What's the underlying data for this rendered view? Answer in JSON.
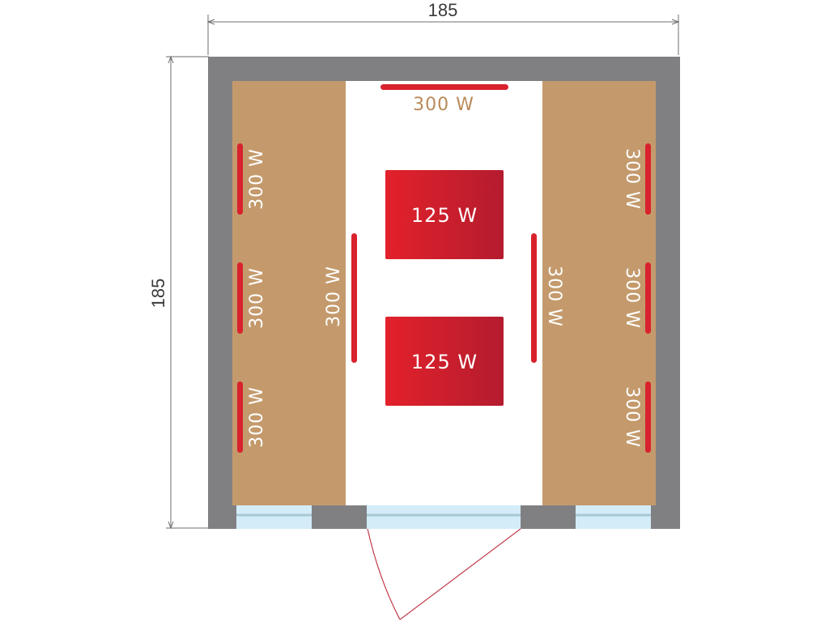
{
  "dimensions": {
    "width": "185",
    "height": "185"
  },
  "colors": {
    "wall": "#808083",
    "bench": "#c49a6c",
    "heater": "#d8222d",
    "heater_dark": "#b51c2b",
    "glass": "#d4ecf8",
    "glass_line": "#a9c7d6",
    "door_line": "#c23a4a",
    "dim_line": "#6e6e6e"
  },
  "heaters": {
    "top": "300 W",
    "left_1": "300 W",
    "left_2": "300 W",
    "left_3": "300 W",
    "inner_left": "300 W",
    "inner_right": "300 W",
    "right_1": "300 W",
    "right_2": "300 W",
    "right_3": "300 W",
    "floor_1": "125 W",
    "floor_2": "125 W"
  }
}
